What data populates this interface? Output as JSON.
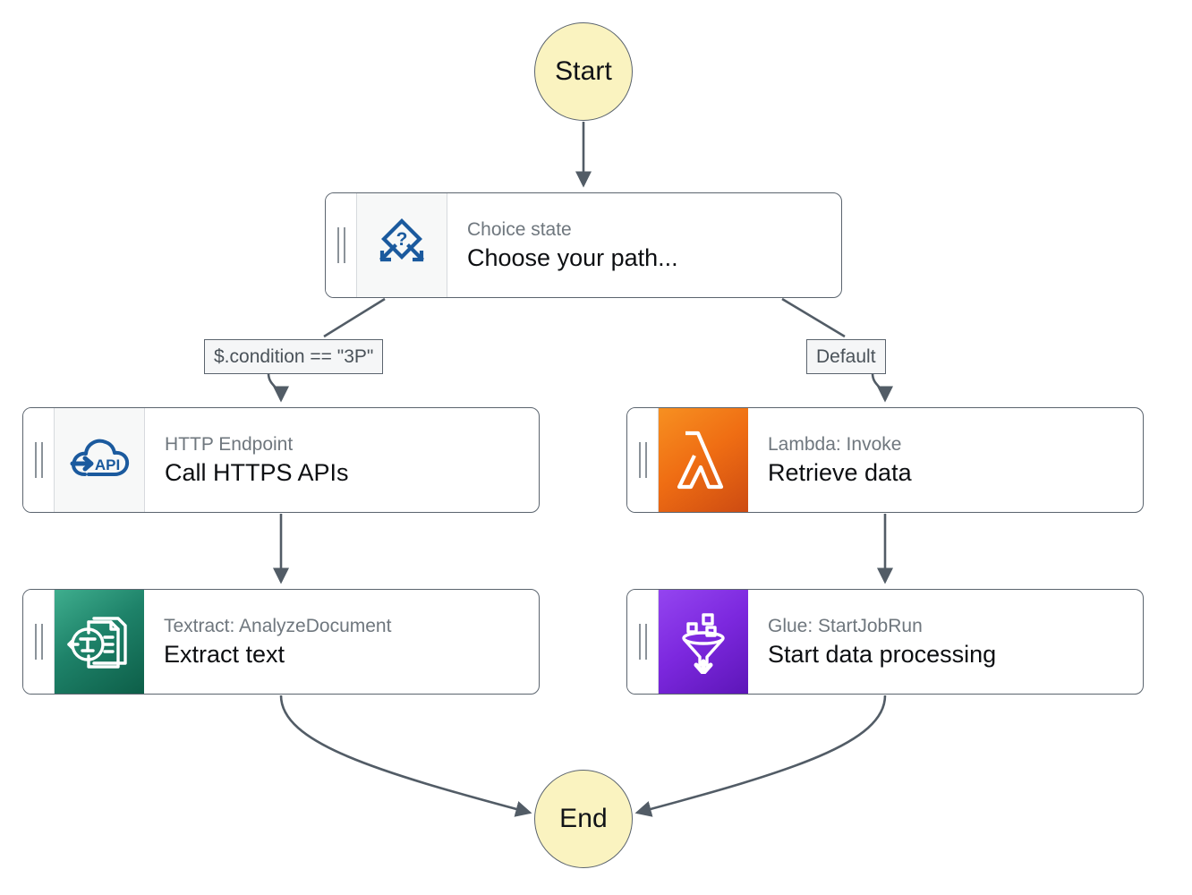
{
  "diagram": {
    "type": "aws-step-functions-workflow",
    "colors": {
      "terminal_fill": "#faf3c0",
      "stroke": "#5b646e",
      "lambda_orange": "#ef6d13",
      "textract_green": "#1e8269",
      "glue_purple": "#7c28de",
      "choice_blue": "#1b5a9e",
      "subtitle_gray": "#6f777e"
    },
    "start": {
      "label": "Start"
    },
    "end": {
      "label": "End"
    },
    "nodes": [
      {
        "id": "choice",
        "subtitle": "Choice state",
        "title": "Choose your path...",
        "icon": "choice-diamond-icon"
      },
      {
        "id": "http",
        "subtitle": "HTTP Endpoint",
        "title": "Call HTTPS APIs",
        "icon": "cloud-api-icon",
        "icon_text": "API"
      },
      {
        "id": "lambda",
        "subtitle": "Lambda: Invoke",
        "title": "Retrieve data",
        "icon": "lambda-icon"
      },
      {
        "id": "textract",
        "subtitle": "Textract: AnalyzeDocument",
        "title": "Extract text",
        "icon": "textract-document-icon"
      },
      {
        "id": "glue",
        "subtitle": "Glue: StartJobRun",
        "title": "Start data processing",
        "icon": "glue-funnel-icon"
      }
    ],
    "edge_labels": {
      "condition": "$.condition == \"3P\"",
      "default": "Default"
    }
  }
}
